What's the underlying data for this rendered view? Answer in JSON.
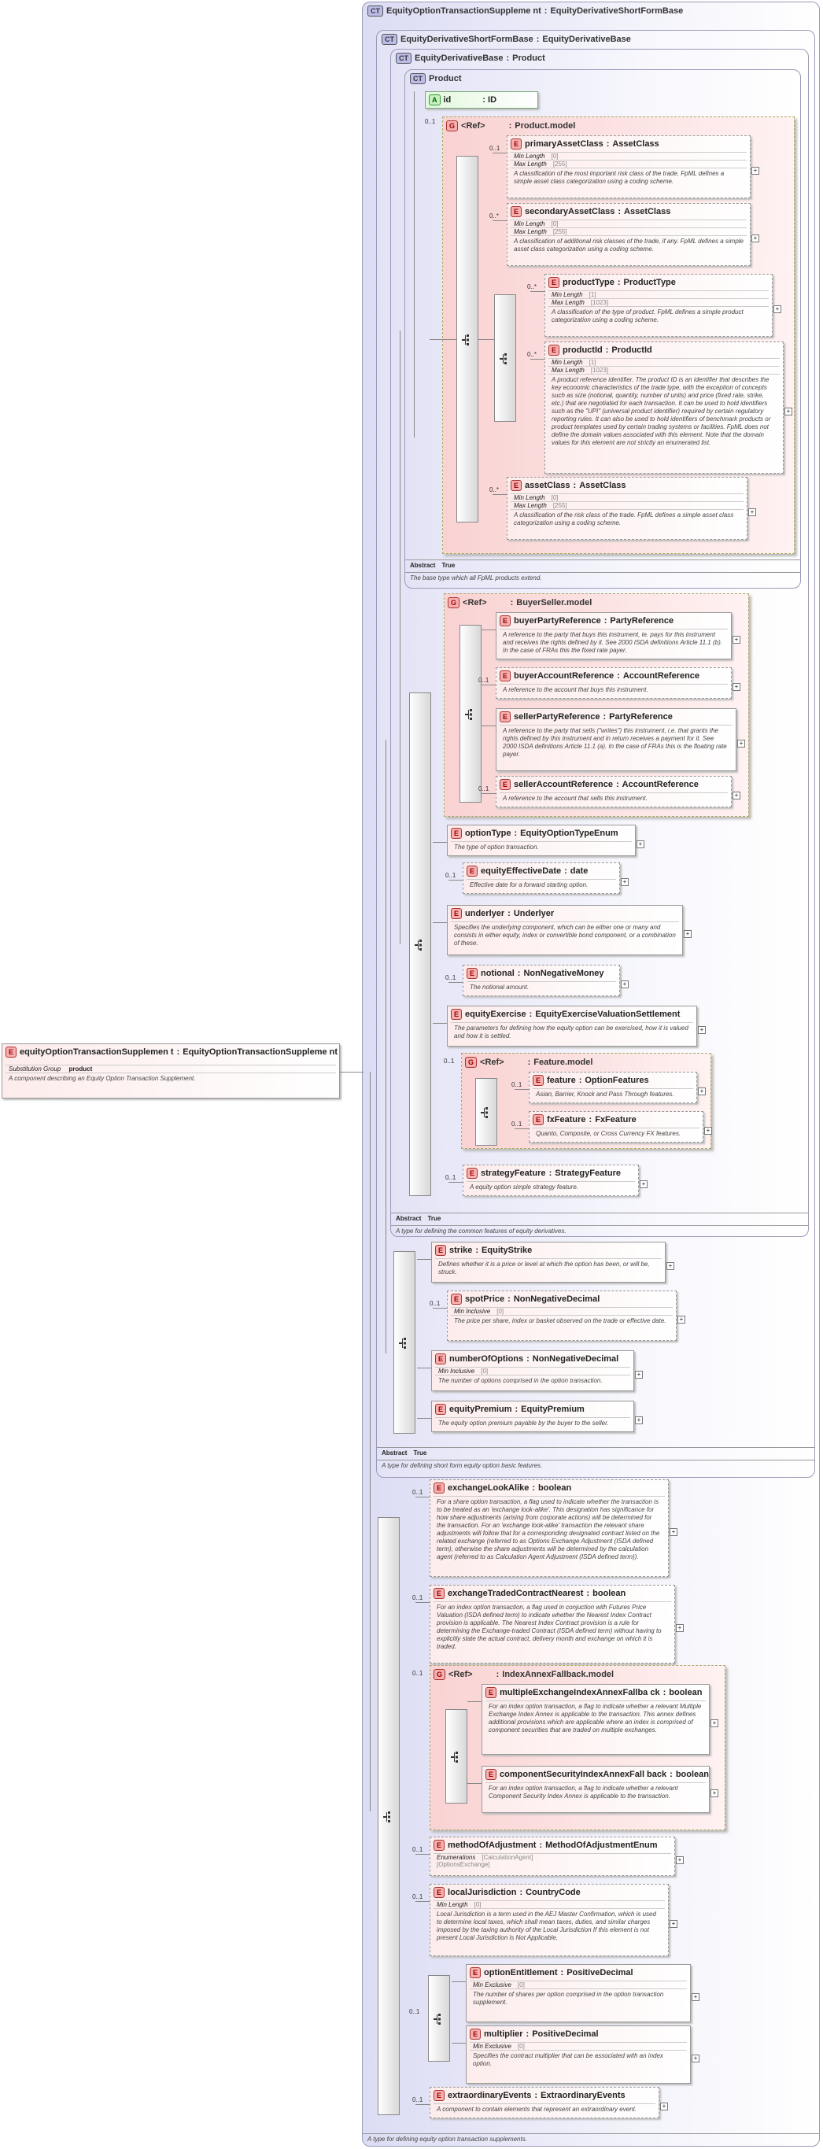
{
  "root": {
    "tag": "CT",
    "name": "EquityOptionTransactionSuppleme nt",
    "type": "EquityDerivativeShortFormBase",
    "doc": "A type for defining equity option transaction supplements."
  },
  "short_form": {
    "tag": "CT",
    "name": "EquityDerivativeShortFormBase",
    "type": "EquityDerivativeBase",
    "abstract_label": "Abstract",
    "abstract_value": "True",
    "doc": "A type for defining short form equity option basic features."
  },
  "deriv_base": {
    "tag": "CT",
    "name": "EquityDerivativeBase",
    "type": "Product",
    "abstract_label": "Abstract",
    "abstract_value": "True",
    "doc": "A type for defining the common features of equity derivatives."
  },
  "product": {
    "tag": "CT",
    "name": "Product",
    "abstract_label": "Abstract",
    "abstract_value": "True",
    "doc": "The base type which all FpML products extend."
  },
  "attr_id": {
    "tag": "A",
    "name": "id",
    "type": "ID"
  },
  "left_element": {
    "tag": "E",
    "name": "equityOptionTransactionSupplemen t",
    "type": "EquityOptionTransactionSuppleme nt",
    "facet_label": "Substitution Group",
    "facet_value": "product",
    "doc": "A component describing an Equity Option Transaction Supplement."
  },
  "product_model": {
    "tag": "G",
    "ref": "<Ref>",
    "name": "Product.model",
    "elements": [
      {
        "card": "0..1",
        "name": "primaryAssetClass",
        "type": "AssetClass",
        "facets": [
          [
            "Min Length",
            "[0]"
          ],
          [
            "Max Length",
            "[255]"
          ]
        ],
        "doc": "A classification of the most important risk class of the trade. FpML defines a simple asset class categorization using a coding scheme."
      },
      {
        "card": "0..*",
        "name": "secondaryAssetClass",
        "type": "AssetClass",
        "facets": [
          [
            "Min Length",
            "[0]"
          ],
          [
            "Max Length",
            "[255]"
          ]
        ],
        "doc": "A classification of additional risk classes of the trade, if any. FpML defines a simple asset class categorization using a coding scheme."
      },
      {
        "card": "0..*",
        "name": "productType",
        "type": "ProductType",
        "facets": [
          [
            "Min Length",
            "[1]"
          ],
          [
            "Max Length",
            "[1023]"
          ]
        ],
        "doc": "A classification of the type of product. FpML defines a simple product categorization using a coding scheme."
      },
      {
        "card": "0..*",
        "name": "productId",
        "type": "ProductId",
        "facets": [
          [
            "Min Length",
            "[1]"
          ],
          [
            "Max Length",
            "[1023]"
          ]
        ],
        "doc": "A product reference identifier. The product ID is an identifier that describes the key economic characteristics of the trade type, with the exception of concepts such as size (notional, quantity, number of units) and price (fixed rate, strike, etc.) that are negotiated for each transaction. It can be used to hold identifiers such as the \"UPI\" (universal product identifier) required by certain regulatory reporting rules. It can also be used to hold identifiers of benchmark products or product templates used by certain trading systems or facilities. FpML does not define the domain values associated with this element. Note that the domain values for this element are not strictly an enumerated list."
      },
      {
        "card": "0..*",
        "name": "assetClass",
        "type": "AssetClass",
        "facets": [
          [
            "Min Length",
            "[0]"
          ],
          [
            "Max Length",
            "[255]"
          ]
        ],
        "doc": "A classification of the risk class of the trade. FpML defines a simple asset class categorization using a coding scheme."
      }
    ]
  },
  "buyer_seller": {
    "tag": "G",
    "ref": "<Ref>",
    "name": "BuyerSeller.model",
    "elements": [
      {
        "card": "",
        "name": "buyerPartyReference",
        "type": "PartyReference",
        "doc": "A reference to the party that buys this instrument, ie. pays for this instrument and receives the rights defined by it. See 2000 ISDA definitions Article 11.1 (b). In the case of FRAs this the fixed rate payer."
      },
      {
        "card": "0..1",
        "name": "buyerAccountReference",
        "type": "AccountReference",
        "doc": "A reference to the account that buys this instrument."
      },
      {
        "card": "",
        "name": "sellerPartyReference",
        "type": "PartyReference",
        "doc": "A reference to the party that sells (\"writes\") this instrument, i.e. that grants the rights defined by this instrument and in return receives a payment for it. See 2000 ISDA definitions Article 11.1 (a). In the case of FRAs this is the floating rate payer."
      },
      {
        "card": "0..1",
        "name": "sellerAccountReference",
        "type": "AccountReference",
        "doc": "A reference to the account that sells this instrument."
      }
    ]
  },
  "deriv_elements": [
    {
      "card": "",
      "name": "optionType",
      "type": "EquityOptionTypeEnum",
      "doc": "The type of option transaction."
    },
    {
      "card": "0..1",
      "name": "equityEffectiveDate",
      "type": "date",
      "doc": "Effective date for a forward starting option."
    },
    {
      "card": "",
      "name": "underlyer",
      "type": "Underlyer",
      "doc": "Specifies the underlying component, which can be either one or many and consists in either equity, index or convertible bond component, or a combination of these."
    },
    {
      "card": "0..1",
      "name": "notional",
      "type": "NonNegativeMoney",
      "doc": "The notional amount."
    },
    {
      "card": "",
      "name": "equityExercise",
      "type": "EquityExerciseValuationSettlement",
      "doc": "The parameters for defining how the equity option can be exercised, how it is valued and how it is settled."
    }
  ],
  "feature_model": {
    "card": "0..1",
    "tag": "G",
    "ref": "<Ref>",
    "name": "Feature.model",
    "elements": [
      {
        "card": "0..1",
        "name": "feature",
        "type": "OptionFeatures",
        "doc": "Asian, Barrier, Knock and Pass Through features."
      },
      {
        "card": "0..1",
        "name": "fxFeature",
        "type": "FxFeature",
        "doc": "Quanto, Composite, or Cross Currency FX features."
      }
    ]
  },
  "strategy_feature": {
    "card": "0..1",
    "name": "strategyFeature",
    "type": "StrategyFeature",
    "doc": "A equity option simple strategy feature."
  },
  "short_elements": [
    {
      "card": "",
      "name": "strike",
      "type": "EquityStrike",
      "doc": "Defines whether it is a price or level at which the option has been, or will be, struck."
    },
    {
      "card": "0..1",
      "name": "spotPrice",
      "type": "NonNegativeDecimal",
      "facets": [
        [
          "Min Inclusive",
          "[0]"
        ]
      ],
      "doc": "The price per share, index or basket observed on the trade or effective date."
    },
    {
      "card": "",
      "name": "numberOfOptions",
      "type": "NonNegativeDecimal",
      "facets": [
        [
          "Min Inclusive",
          "[0]"
        ]
      ],
      "doc": "The number of options comprised in the option transaction."
    },
    {
      "card": "",
      "name": "equityPremium",
      "type": "EquityPremium",
      "doc": "The equity option premium payable by the buyer to the seller."
    }
  ],
  "supp_elements_a": [
    {
      "card": "0..1",
      "name": "exchangeLookAlike",
      "type": "boolean",
      "doc": "For a share option transaction, a flag used to indicate whether the transaction is to be treated as an 'exchange look-alike'. This designation has significance for how share adjustments (arising from corporate actions) will be determined for the transaction. For an 'exchange look-alike' transaction the relevant share adjustments will follow that for a corresponding designated contract listed on the related exchange (referred to as Options Exchange Adjustment (ISDA defined term), otherwise the share adjustments will be determined by the calculation agent (referred to as Calculation Agent Adjustment (ISDA defined term))."
    },
    {
      "card": "0..1",
      "name": "exchangeTradedContractNearest",
      "type": "boolean",
      "doc": "For an index option transaction, a flag used in conjuction with Futures Price Valuation (ISDA defined term) to indicate whether the Nearest Index Contract provision is applicable. The Nearest Index Contract provision is a rule for determining the Exchange-traded Contract (ISDA defined term) without having to explicitly state the actual contract, delivery month and exchange on which it is traded."
    }
  ],
  "index_annex": {
    "card": "0..1",
    "tag": "G",
    "ref": "<Ref>",
    "name": "IndexAnnexFallback.model",
    "elements": [
      {
        "card": "",
        "name": "multipleExchangeIndexAnnexFallba ck",
        "type": "boolean",
        "doc": "For an index option transaction, a flag to indicate whether a relevant Multiple Exchange Index Annex is applicable to the transaction. This annex defines additional provisions which are applicable where an index is comprised of component securities that are traded on multiple exchanges."
      },
      {
        "card": "",
        "name": "componentSecurityIndexAnnexFall back",
        "type": "boolean",
        "doc": "For an index option transaction, a flag to indicate whether a relevant Component Security Index Annex is applicable to the transaction."
      }
    ]
  },
  "supp_elements_b": [
    {
      "card": "0..1",
      "name": "methodOfAdjustment",
      "type": "MethodOfAdjustmentEnum",
      "facets": [
        [
          "Enumerations",
          "[CalculationAgent]\n[OptionsExchange]"
        ]
      ],
      "doc": ""
    },
    {
      "card": "0..1",
      "name": "localJurisdiction",
      "type": "CountryCode",
      "facets": [
        [
          "Min Length",
          "[0]"
        ]
      ],
      "doc": "Local Jurisdiction is a term used in the AEJ Master Confirmation, which is used to determine local taxes, which shall mean taxes, duties, and similar charges imposed by the taxing authority of the Local Jurisdiction If this element is not present Local Jurisdiction is Not Applicable."
    }
  ],
  "choice_elements": [
    {
      "card": "",
      "name": "optionEntitlement",
      "type": "PositiveDecimal",
      "facets": [
        [
          "Min Exclusive",
          "[0]"
        ]
      ],
      "doc": "The number of shares per option comprised in the option transaction supplement."
    },
    {
      "card": "",
      "name": "multiplier",
      "type": "PositiveDecimal",
      "facets": [
        [
          "Min Exclusive",
          "[0]"
        ]
      ],
      "doc": "Specifies the contract multiplier that can be associated with an index option."
    }
  ],
  "choice_card": "0..1",
  "extraordinary": {
    "card": "0..1",
    "name": "extraordinaryEvents",
    "type": "ExtraordinaryEvents",
    "doc": "A component to contain elements that represent an extraordinary event."
  }
}
